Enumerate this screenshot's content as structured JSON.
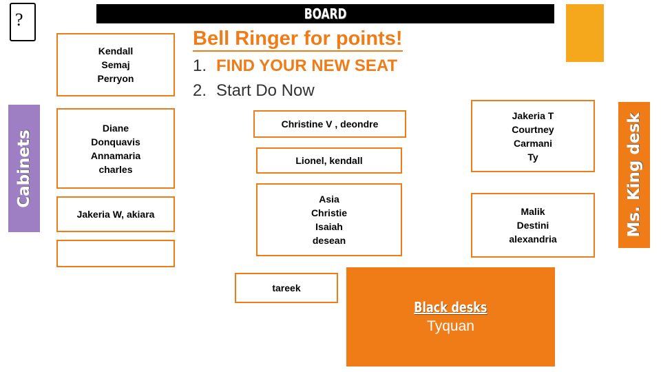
{
  "slide": {
    "board_label": "BOARD",
    "door_icon_glyph": "?",
    "cabinets_label": "Cabinets",
    "king_desk_label": "Ms. King desk",
    "title": "Bell Ringer for points!",
    "list": [
      {
        "num": "1.",
        "text": "FIND YOUR NEW SEAT"
      },
      {
        "num": "2.",
        "text": "Start Do Now"
      }
    ],
    "desks": [
      {
        "name": "desk-kendall-semaj-perryon",
        "lines": [
          "Kendall",
          "Semaj",
          "Perryon"
        ]
      },
      {
        "name": "desk-diane-donquavis-annamaria-charles",
        "lines": [
          "Diane",
          "Donquavis",
          "Annamaria",
          "charles"
        ]
      },
      {
        "name": "desk-jakeria-w-akiara",
        "lines": [
          "Jakeria W, akiara"
        ]
      },
      {
        "name": "desk-empty",
        "lines": [
          ""
        ]
      },
      {
        "name": "desk-christine-v-deondre",
        "lines": [
          "Christine V , deondre"
        ]
      },
      {
        "name": "desk-lionel-kendall",
        "lines": [
          "Lionel, kendall"
        ]
      },
      {
        "name": "desk-asia-christie-isaiah-desean",
        "lines": [
          "Asia",
          "Christie",
          "Isaiah",
          "desean"
        ]
      },
      {
        "name": "desk-tareek",
        "lines": [
          "tareek"
        ]
      },
      {
        "name": "desk-jakeria-t-courtney-carmani-ty",
        "lines": [
          "Jakeria T",
          "Courtney",
          "Carmani",
          "Ty"
        ]
      },
      {
        "name": "desk-malik-destini-alexandria",
        "lines": [
          "Malik",
          "Destini",
          "alexandria"
        ]
      }
    ],
    "black_desks": {
      "heading": "Black desks",
      "name": "Tyquan"
    },
    "colors": {
      "orange": "#F07C17",
      "amber": "#F5A81C",
      "purple": "#9E7FC4",
      "black": "#000000",
      "text_dark": "#333333"
    }
  }
}
